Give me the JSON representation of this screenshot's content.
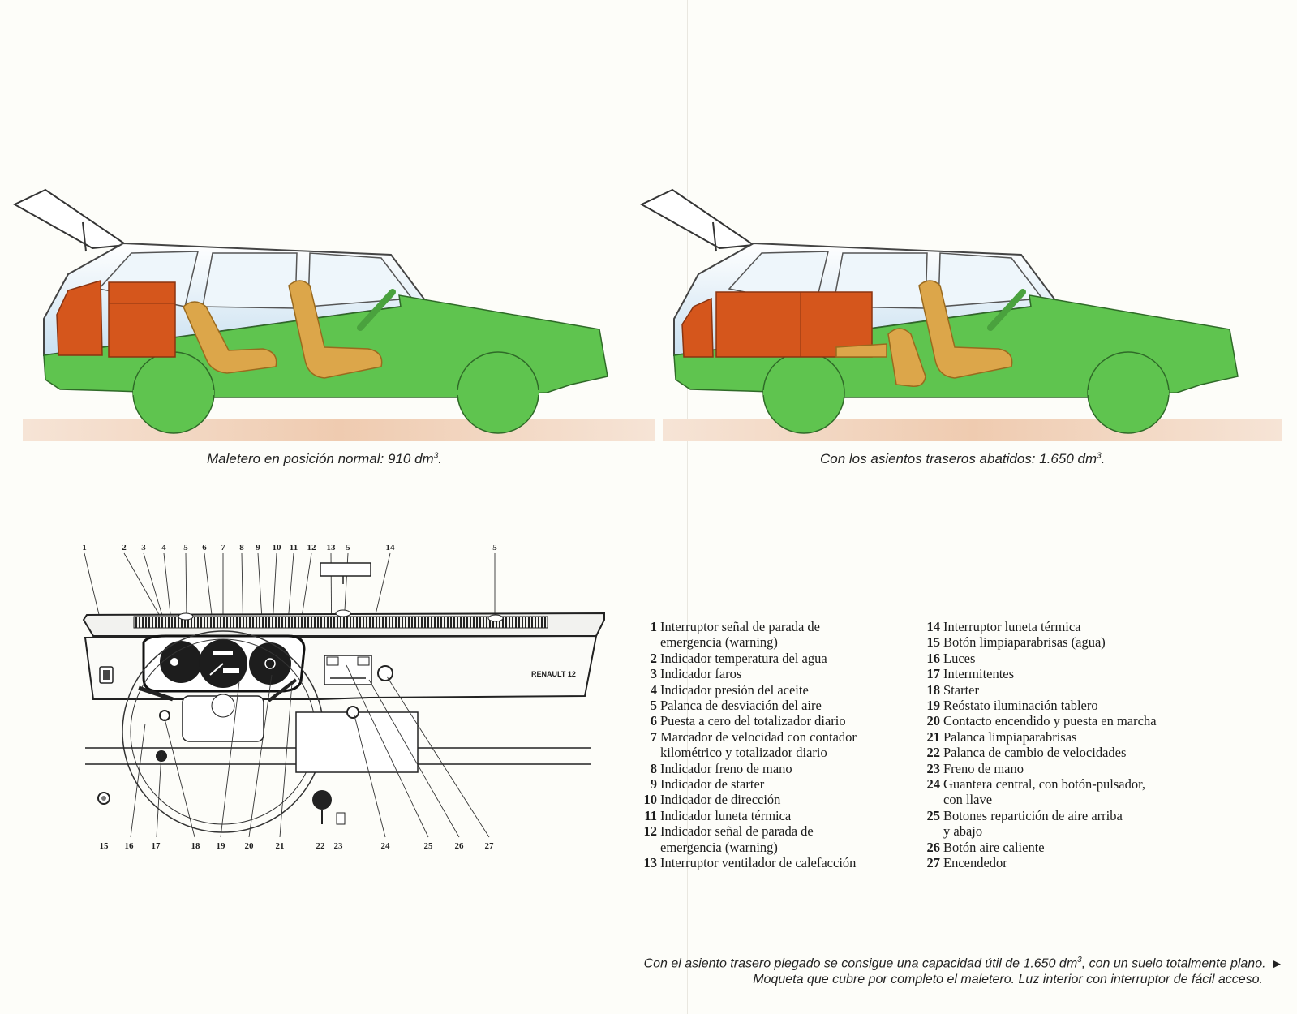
{
  "captions": {
    "left_car": "Maletero en posición normal: 910 dm",
    "left_car_sup": "3",
    "left_car_end": ".",
    "right_car": "Con los asientos traseros abatidos: 1.650 dm",
    "right_car_sup": "3",
    "right_car_end": "."
  },
  "dashboard": {
    "brand_badge": "RENAULT 12",
    "top_numbers": [
      "1",
      "2",
      "3",
      "4",
      "5",
      "6",
      "7",
      "8",
      "9",
      "10",
      "11",
      "12",
      "13",
      "5",
      "14",
      "5"
    ],
    "bottom_numbers": [
      "15",
      "16",
      "17",
      "18",
      "19",
      "20",
      "21",
      "22",
      "23",
      "24",
      "25",
      "26",
      "27"
    ]
  },
  "legend_left": [
    {
      "num": "1",
      "text": "Interruptor señal de parada de\nemergencia (warning)"
    },
    {
      "num": "2",
      "text": "Indicador temperatura del agua"
    },
    {
      "num": "3",
      "text": "Indicador faros"
    },
    {
      "num": "4",
      "text": "Indicador presión del aceite"
    },
    {
      "num": "5",
      "text": "Palanca de desviación del aire"
    },
    {
      "num": "6",
      "text": "Puesta a cero del totalizador diario"
    },
    {
      "num": "7",
      "text": "Marcador de velocidad con contador\nkilométrico y totalizador diario"
    },
    {
      "num": "8",
      "text": "Indicador freno de mano"
    },
    {
      "num": "9",
      "text": "Indicador de starter"
    },
    {
      "num": "10",
      "text": "Indicador de dirección"
    },
    {
      "num": "11",
      "text": "Indicador luneta térmica"
    },
    {
      "num": "12",
      "text": "Indicador señal de parada de\nemergencia (warning)"
    },
    {
      "num": "13",
      "text": "Interruptor ventilador de calefacción"
    }
  ],
  "legend_right": [
    {
      "num": "14",
      "text": "Interruptor luneta térmica"
    },
    {
      "num": "15",
      "text": "Botón limpiaparabrisas (agua)"
    },
    {
      "num": "16",
      "text": "Luces"
    },
    {
      "num": "17",
      "text": "Intermitentes"
    },
    {
      "num": "18",
      "text": "Starter"
    },
    {
      "num": "19",
      "text": "Reóstato iluminación tablero"
    },
    {
      "num": "20",
      "text": "Contacto encendido y puesta en marcha"
    },
    {
      "num": "21",
      "text": "Palanca limpiaparabrisas"
    },
    {
      "num": "22",
      "text": "Palanca de cambio de velocidades"
    },
    {
      "num": "23",
      "text": "Freno de mano"
    },
    {
      "num": "24",
      "text": "Guantera central, con botón-pulsador,\ncon llave"
    },
    {
      "num": "25",
      "text": "Botones repartición de aire arriba\ny abajo"
    },
    {
      "num": "26",
      "text": "Botón aire caliente"
    },
    {
      "num": "27",
      "text": "Encendedor"
    }
  ],
  "footer": {
    "line1": "Con el asiento trasero plegado se consigue una capacidad útil de 1.650 dm",
    "line1_sup": "3",
    "line1_end": ", con un suelo totalmente plano.",
    "arrow": "▶",
    "line2": "Moqueta que cubre por completo el maletero. Luz interior con interruptor de fácil acceso."
  },
  "colors": {
    "body_green": "#5fc44f",
    "cargo_orange": "#d5561c",
    "seat_gold": "#dca64a",
    "window_blue": "#cfe4f2",
    "ground_peach": "#f2d8c4"
  }
}
